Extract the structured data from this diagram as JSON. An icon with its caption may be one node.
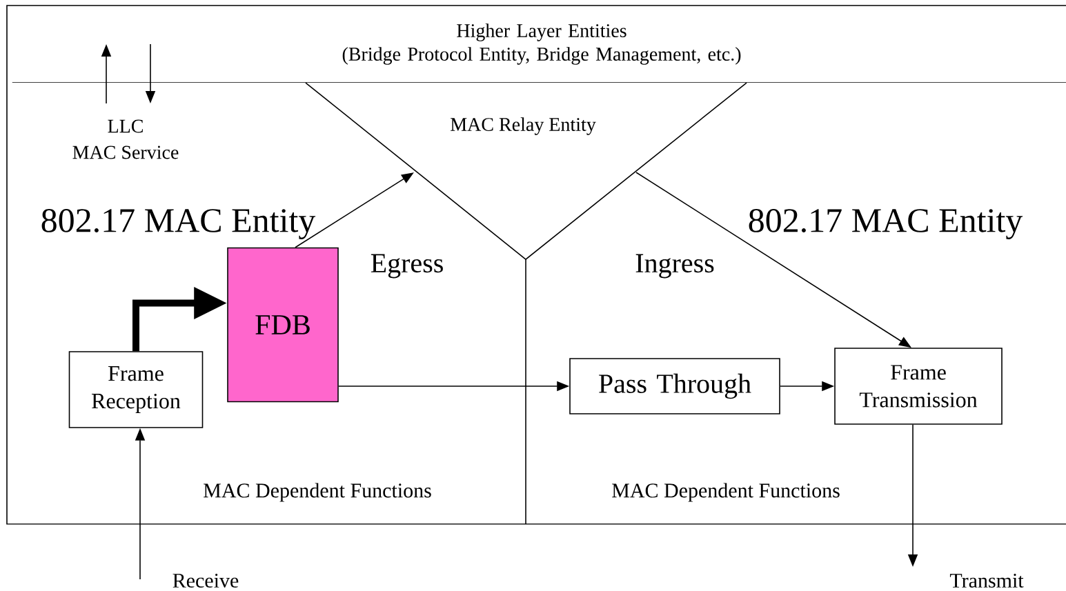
{
  "diagram": {
    "nodes": [
      {
        "text": [
          "Higher Layer Entities",
          "(Bridge Protocol Entity, Bridge Management, etc.)"
        ]
      },
      {
        "text": [
          "Frame Reception"
        ]
      },
      {
        "text": [
          "FDB"
        ]
      },
      {
        "text": [
          "Pass Through"
        ]
      },
      {
        "text": [
          "Frame Transmission"
        ]
      }
    ],
    "edges": [
      {
        "from": null,
        "to": 0,
        "arrow": "to"
      },
      {
        "from": 0,
        "to": null,
        "arrow": "to"
      },
      {
        "from": 1,
        "to": 2,
        "arrow": "to",
        "style": "thick"
      },
      {
        "from": 2,
        "to": null,
        "arrow": "to"
      },
      {
        "from": 2,
        "to": 3,
        "arrow": "to"
      },
      {
        "from": 3,
        "to": 4,
        "arrow": "to"
      },
      {
        "from": null,
        "to": 4,
        "arrow": "to"
      },
      {
        "from": null,
        "to": 1,
        "arrow": "to"
      },
      {
        "from": 4,
        "to": null,
        "arrow": "to"
      }
    ],
    "labels": [
      "LLC",
      "MAC Service",
      "MAC Relay Entity",
      "802.17 MAC Entity",
      "802.17 MAC Entity",
      "Egress",
      "Ingress",
      "MAC Dependent Functions",
      "MAC Dependent Functions",
      "Receive",
      "Transmit"
    ]
  }
}
